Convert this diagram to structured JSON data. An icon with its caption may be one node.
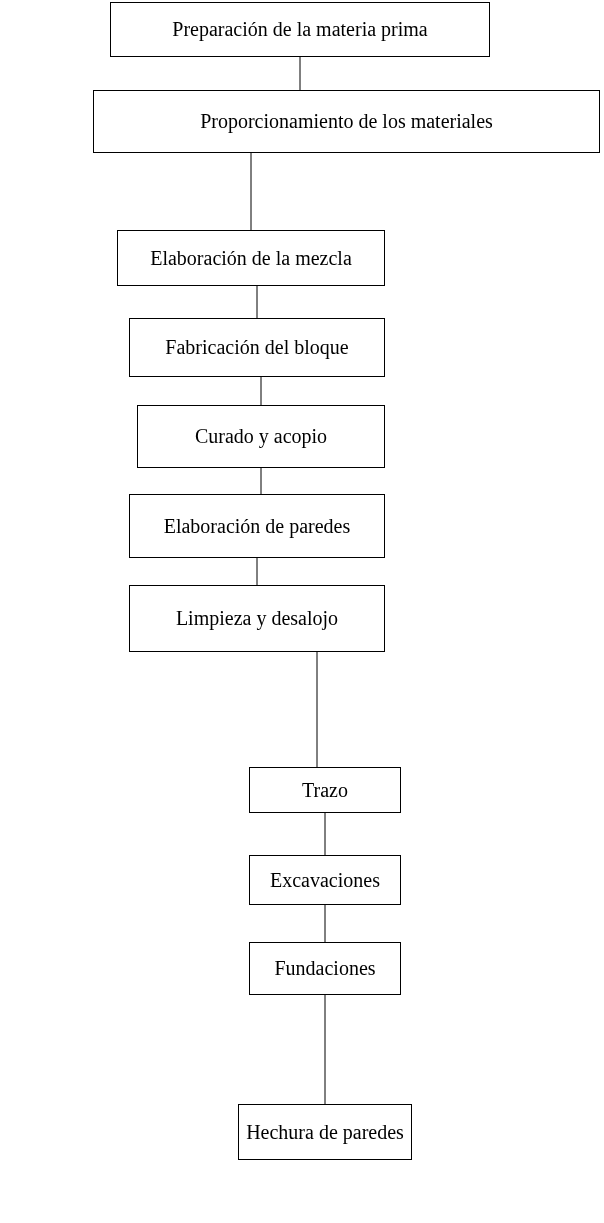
{
  "diagram": {
    "nodes": [
      {
        "text": [
          "Preparación de la materia prima"
        ]
      },
      {
        "text": [
          "Proporcionamiento de los materiales"
        ]
      },
      {
        "text": [
          "Elaboración de la mezcla"
        ]
      },
      {
        "text": [
          "Fabricación del bloque"
        ]
      },
      {
        "text": [
          "Curado y acopio"
        ]
      },
      {
        "text": [
          "Elaboración de paredes"
        ]
      },
      {
        "text": [
          "Limpieza y desalojo"
        ]
      },
      {
        "text": [
          "Trazo"
        ]
      },
      {
        "text": [
          "Excavaciones"
        ]
      },
      {
        "text": [
          "Fundaciones"
        ]
      },
      {
        "text": [
          "Hechura de paredes"
        ]
      }
    ],
    "edges": [
      {
        "from": 0,
        "to": 1,
        "arrow": "none"
      },
      {
        "from": 1,
        "to": 2,
        "arrow": "none"
      },
      {
        "from": 2,
        "to": 3,
        "arrow": "none"
      },
      {
        "from": 3,
        "to": 4,
        "arrow": "none"
      },
      {
        "from": 4,
        "to": 5,
        "arrow": "none"
      },
      {
        "from": 5,
        "to": 6,
        "arrow": "none"
      },
      {
        "from": 6,
        "to": 7,
        "arrow": "none"
      },
      {
        "from": 7,
        "to": 8,
        "arrow": "none"
      },
      {
        "from": 8,
        "to": 9,
        "arrow": "none"
      },
      {
        "from": 9,
        "to": 10,
        "arrow": "none"
      }
    ]
  }
}
